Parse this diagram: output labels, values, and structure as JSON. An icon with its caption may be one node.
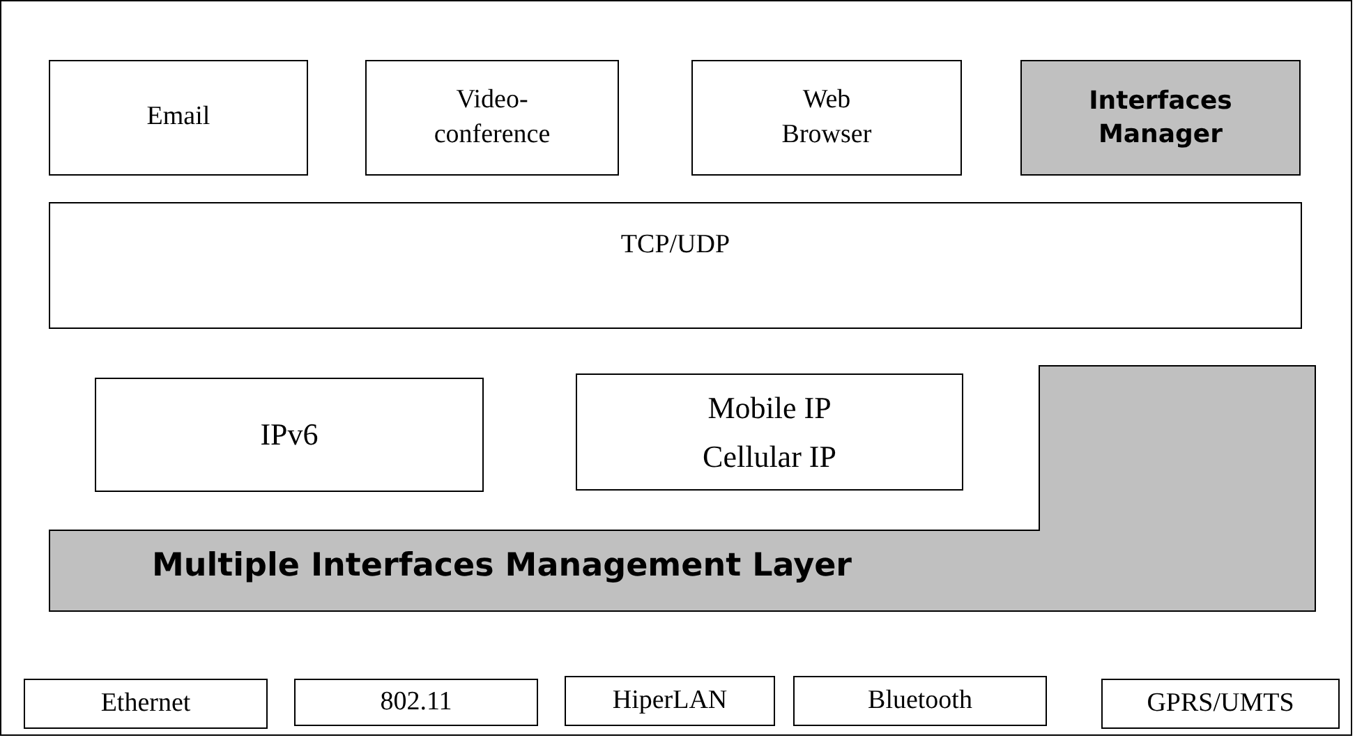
{
  "diagram": {
    "nodes": [
      {
        "text": [
          "Email"
        ]
      },
      {
        "text": [
          "Video-conference"
        ]
      },
      {
        "text": [
          "Web Browser"
        ]
      },
      {
        "text": [
          "Interfaces Manager"
        ]
      },
      {
        "text": [
          "TCP/UDP"
        ]
      },
      {
        "text": [
          "IPv6"
        ]
      },
      {
        "text": [
          "Mobile IP Cellular IP"
        ]
      },
      {
        "text": [
          "Multiple Interfaces Management Layer"
        ]
      },
      {
        "text": [
          "Ethernet"
        ]
      },
      {
        "text": [
          "802.11"
        ]
      },
      {
        "text": [
          "HiperLAN"
        ]
      },
      {
        "text": [
          "Bluetooth"
        ]
      },
      {
        "text": [
          "GPRS/UMTS"
        ]
      }
    ]
  }
}
